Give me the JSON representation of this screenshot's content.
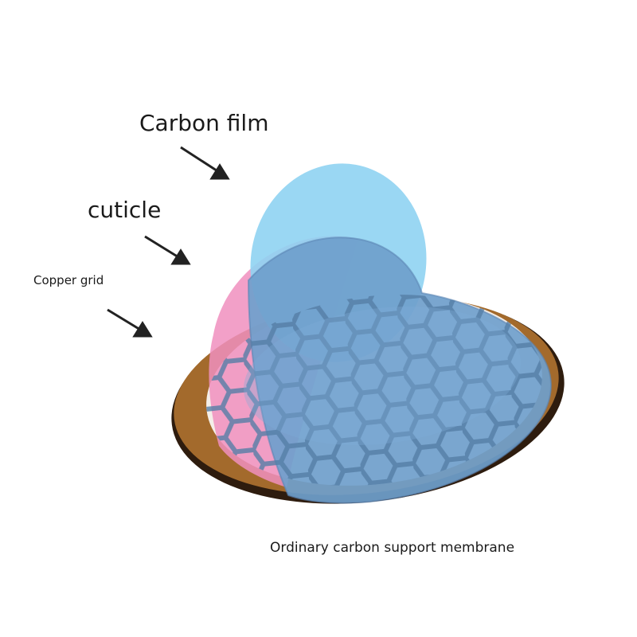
{
  "labels": {
    "carbon_film": "Carbon film",
    "cuticle": "cuticle",
    "copper_grid": "Copper grid",
    "caption": "Ordinary carbon support membrane"
  },
  "colors": {
    "copper": "#a36a2c",
    "copper_edge": "#2e1c0e",
    "cuticle_pink": "#f08fbe",
    "carbon_film_cyan": "#8fd3f2",
    "membrane_blue": "#6fa0cc",
    "mesh_lines": "#557ea6",
    "arrow": "#222222"
  }
}
